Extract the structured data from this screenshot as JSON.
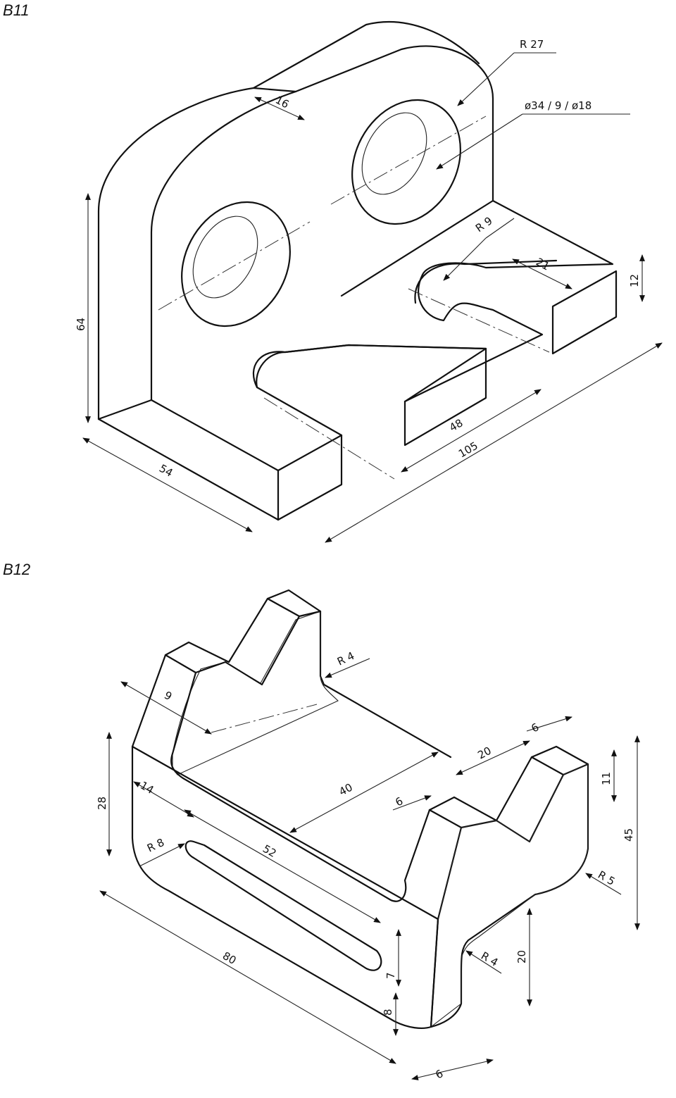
{
  "figures": [
    {
      "label": "B11",
      "dimensions": {
        "radius_top": "R 27",
        "holes": "ø34 / 9 / ø18",
        "thickness": "16",
        "height": "64",
        "depth": "54",
        "length": "105",
        "slot_spacing": "48",
        "slot_radius": "R 9",
        "slot_width": "21",
        "base_height": "12"
      }
    },
    {
      "label": "B12",
      "dimensions": {
        "fillet_top": "R 4",
        "wall": "9",
        "height_left": "28",
        "inner_width": "40",
        "top_width": "20",
        "v_top": "6",
        "v_left": "6",
        "v_depth": "11",
        "total_height": "45",
        "edge_offset": "14",
        "slot_length": "52",
        "fillet_slot": "R 8",
        "fillet_corner": "R 5",
        "length": "80",
        "slot_width": "7",
        "slot_bottom": "8",
        "fillet_foot": "R 4",
        "foot_height": "20",
        "foot_width": "6"
      }
    }
  ]
}
